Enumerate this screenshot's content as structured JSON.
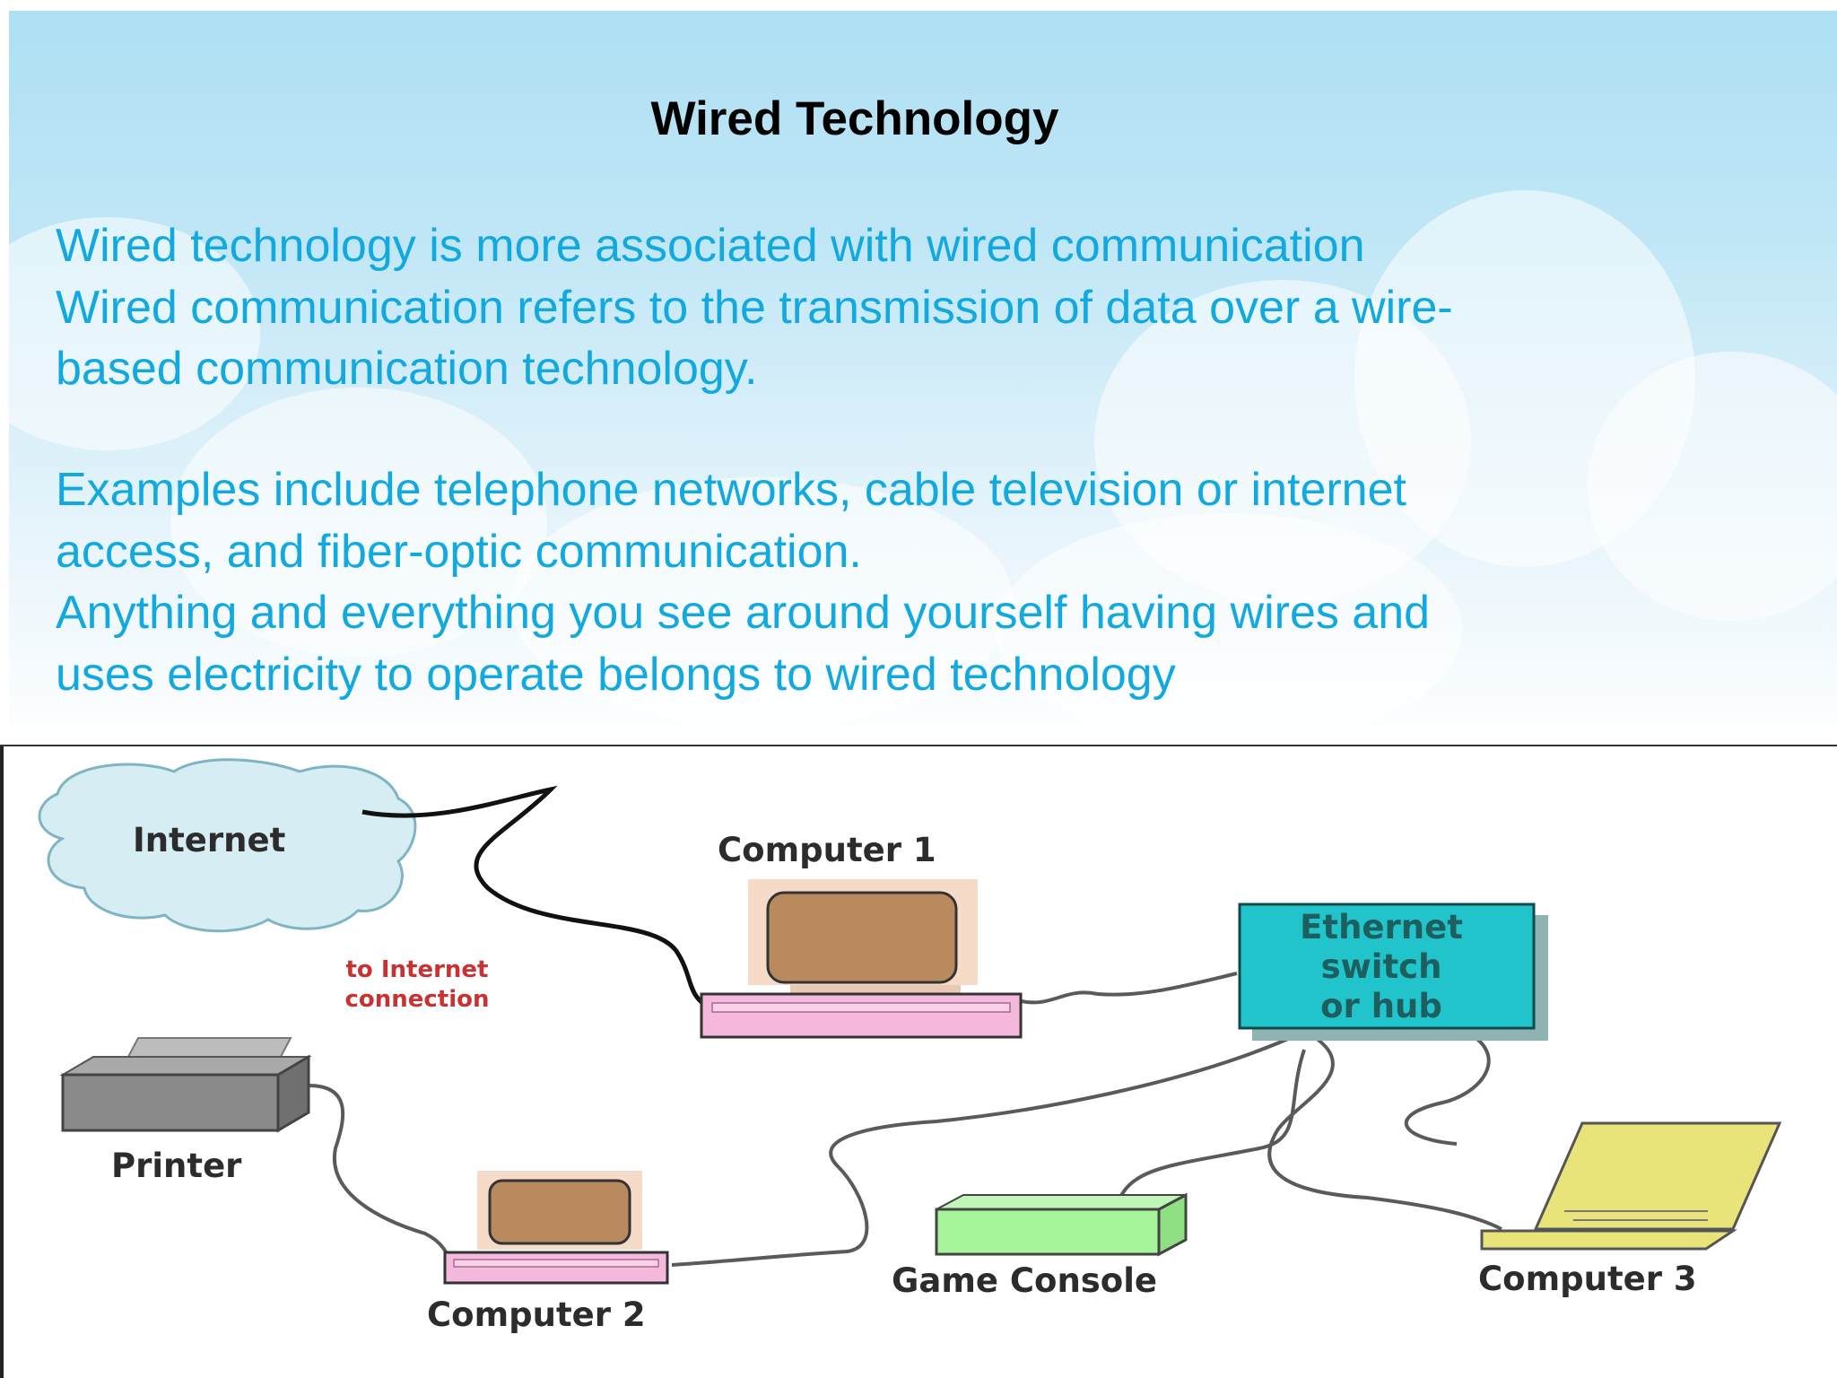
{
  "title": "Wired Technology",
  "paragraphs": {
    "intro_lines": [
      "Wired technology is more associated with wired communication",
      "Wired communication refers to the transmission of data over a wire-",
      "based communication technology."
    ],
    "examples_lines": [
      "Examples include telephone networks, cable television or internet",
      "access, and fiber-optic communication.",
      "Anything and everything you see around yourself having wires and",
      "uses electricity to operate belongs to wired technology"
    ]
  },
  "diagram": {
    "internet_label": "Internet",
    "internet_connection_label": [
      "to Internet",
      "connection"
    ],
    "computer1_label": "Computer 1",
    "hub_label": [
      "Ethernet",
      "switch",
      "or hub"
    ],
    "printer_label": "Printer",
    "computer2_label": "Computer 2",
    "game_console_label": "Game Console",
    "computer3_label": "Computer 3"
  },
  "colors": {
    "text_blue": "#12a9e0",
    "hub_cyan": "#22c4cc",
    "keyboard_pink": "#f4b9dc",
    "monitor_tan": "#b98a5e",
    "console_green": "#a6f59a",
    "laptop_yellow": "#e8e47a",
    "printer_gray": "#8a8a8a",
    "cloud_blue": "#d6edf3",
    "label_red": "#c83232"
  }
}
